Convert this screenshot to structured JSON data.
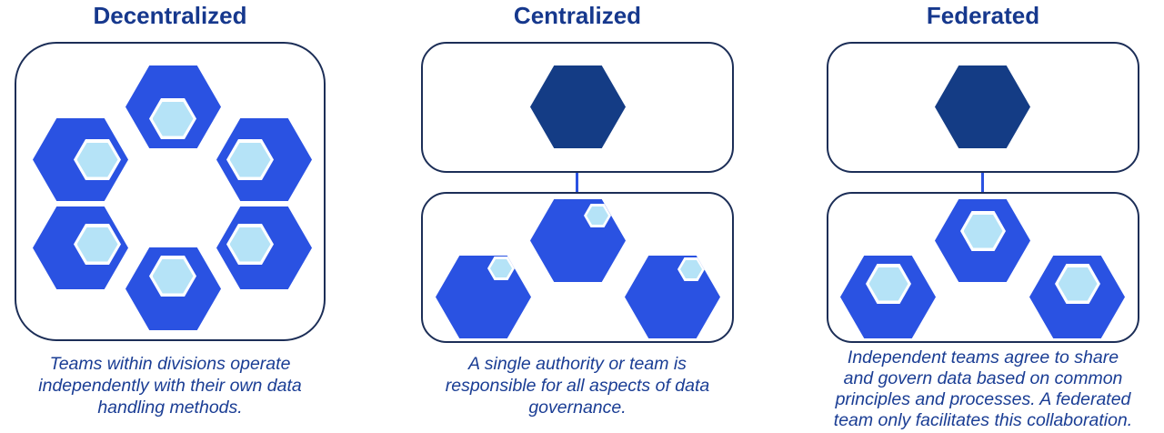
{
  "figure": {
    "title_hint": "Data governance operating models",
    "panels": [
      {
        "id": "decentralized",
        "title": "Decentralized",
        "caption": "Teams within divisions operate\nindependently with their own data\nhandling methods.",
        "structure": "ring-of-teams",
        "team_count": 6,
        "has_authority": false
      },
      {
        "id": "centralized",
        "title": "Centralized",
        "caption": "A single authority or team is\nresponsible for all aspects of data\ngovernance.",
        "structure": "authority-box-connected-to-teams-box",
        "team_count": 3,
        "has_authority": true,
        "nucleus_style": "small-top-right"
      },
      {
        "id": "federated",
        "title": "Federated",
        "caption": "Independent teams agree to share\nand govern data based on common\nprinciples and processes. A federated\nteam only facilitates this collaboration.",
        "structure": "facilitator-box-connected-to-teams-box",
        "team_count": 3,
        "has_authority": true,
        "nucleus_style": "large-centered"
      }
    ],
    "icons": {
      "team": "blue-hexagon",
      "authority": "dark-navy-hexagon",
      "nucleus": "light-blue-inner-hexagon-with-white-ring",
      "connector": "vertical-line"
    },
    "colors": {
      "team_hex": "#2a52e2",
      "authority_hex": "#143c85",
      "nucleus_fill": "#b5e3f7",
      "nucleus_ring": "#ffffff",
      "box_border": "#1c2e57",
      "title_text": "#16388d",
      "caption_text": "#1a3d94",
      "connector": "#2a52e2",
      "background": "#ffffff"
    }
  }
}
